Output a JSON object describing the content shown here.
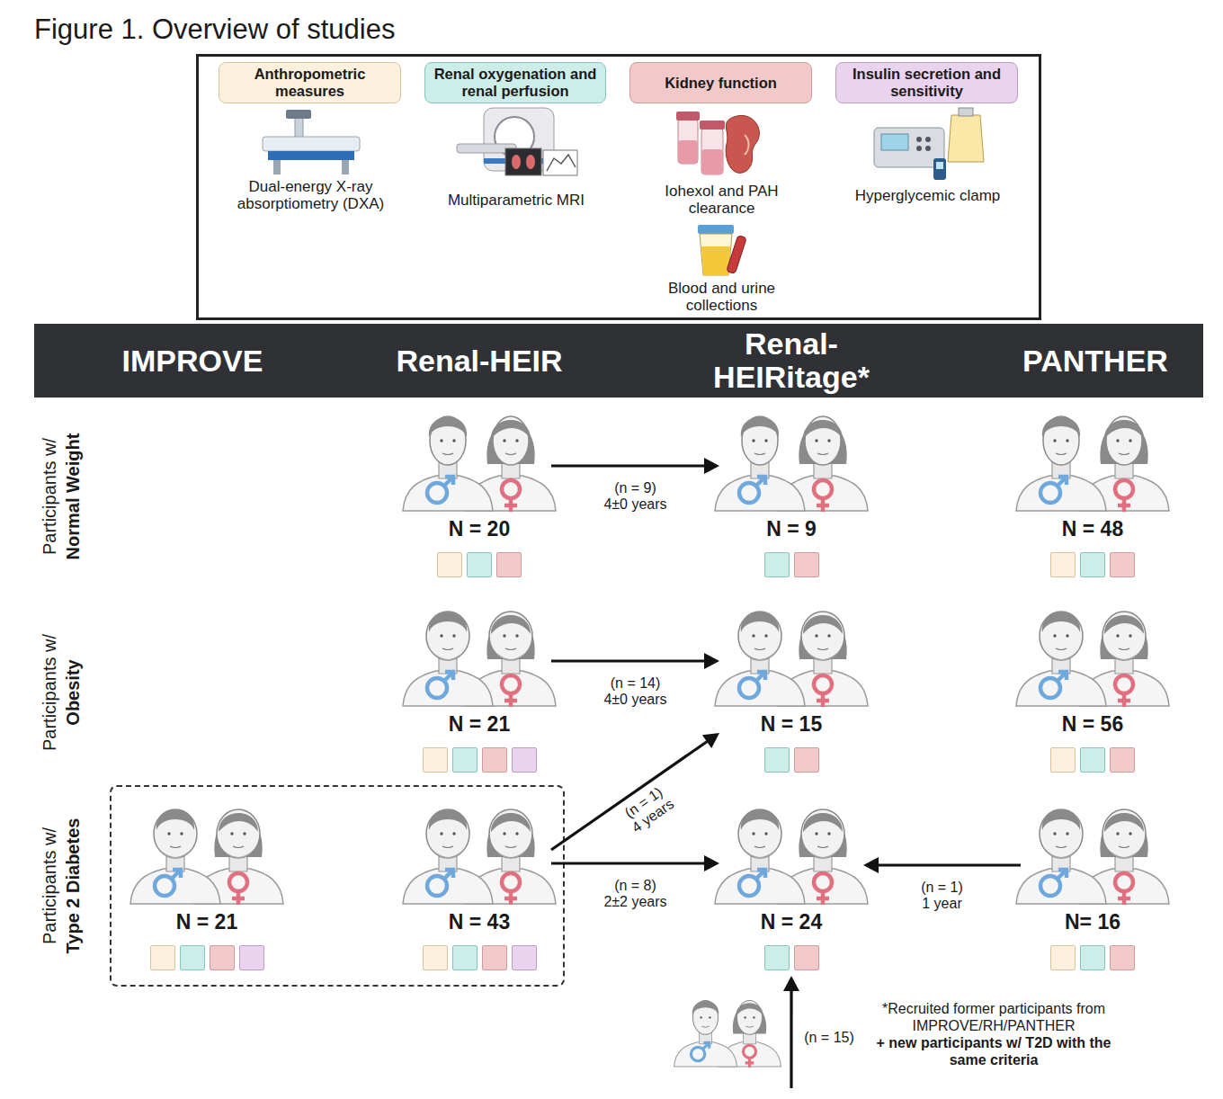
{
  "diagram": {
    "title": "Figure 1. Overview of studies",
    "nodes": [
      {
        "text": [
          "Anthropometric measures",
          "Dual-energy X-ray absorptiometry (DXA)"
        ]
      },
      {
        "text": [
          "Renal oxygenation and renal perfusion",
          "Multiparametric MRI"
        ]
      },
      {
        "text": [
          "Kidney function",
          "Iohexol and PAH clearance",
          "Blood and urine collections"
        ]
      },
      {
        "text": [
          "Insulin secretion and sensitivity",
          "Hyperglycemic clamp"
        ]
      },
      {
        "text": [
          "IMPROVE",
          "Renal-HEIR",
          "Renal-HEIRitage*",
          "PANTHER"
        ]
      },
      {
        "text": [
          "N = 20"
        ]
      },
      {
        "text": [
          "N = 9"
        ]
      },
      {
        "text": [
          "N = 48"
        ]
      },
      {
        "text": [
          "N = 21"
        ]
      },
      {
        "text": [
          "N = 15"
        ]
      },
      {
        "text": [
          "N = 56"
        ]
      },
      {
        "text": [
          "N = 21"
        ]
      },
      {
        "text": [
          "N = 43"
        ]
      },
      {
        "text": [
          "N = 24"
        ]
      },
      {
        "text": [
          "N= 16"
        ]
      },
      {
        "text": [
          "*Recruited former participants from IMPROVE/RH/PANTHER",
          "+ new participants w/ T2D with the same criteria"
        ]
      }
    ],
    "edges": [
      {
        "from": 5,
        "to": 6,
        "label": "(n = 9) 4±0 years",
        "arrow": "to"
      },
      {
        "from": 8,
        "to": 9,
        "label": "(n = 14) 4±0 years",
        "arrow": "to"
      },
      {
        "from": 12,
        "to": 9,
        "label": "(n = 1) 4 years",
        "arrow": "to"
      },
      {
        "from": 12,
        "to": 13,
        "label": "(n = 8) 2±2 years",
        "arrow": "to"
      },
      {
        "from": 14,
        "to": 13,
        "label": "(n = 1) 1 year",
        "arrow": "to"
      },
      {
        "from": 15,
        "to": 13,
        "label": "(n = 15)",
        "arrow": "to"
      }
    ],
    "labels": [
      "Participants w/",
      "Normal Weight",
      "Participants w/",
      "Obesity",
      "Participants w/",
      "Type 2 Diabetes"
    ]
  }
}
